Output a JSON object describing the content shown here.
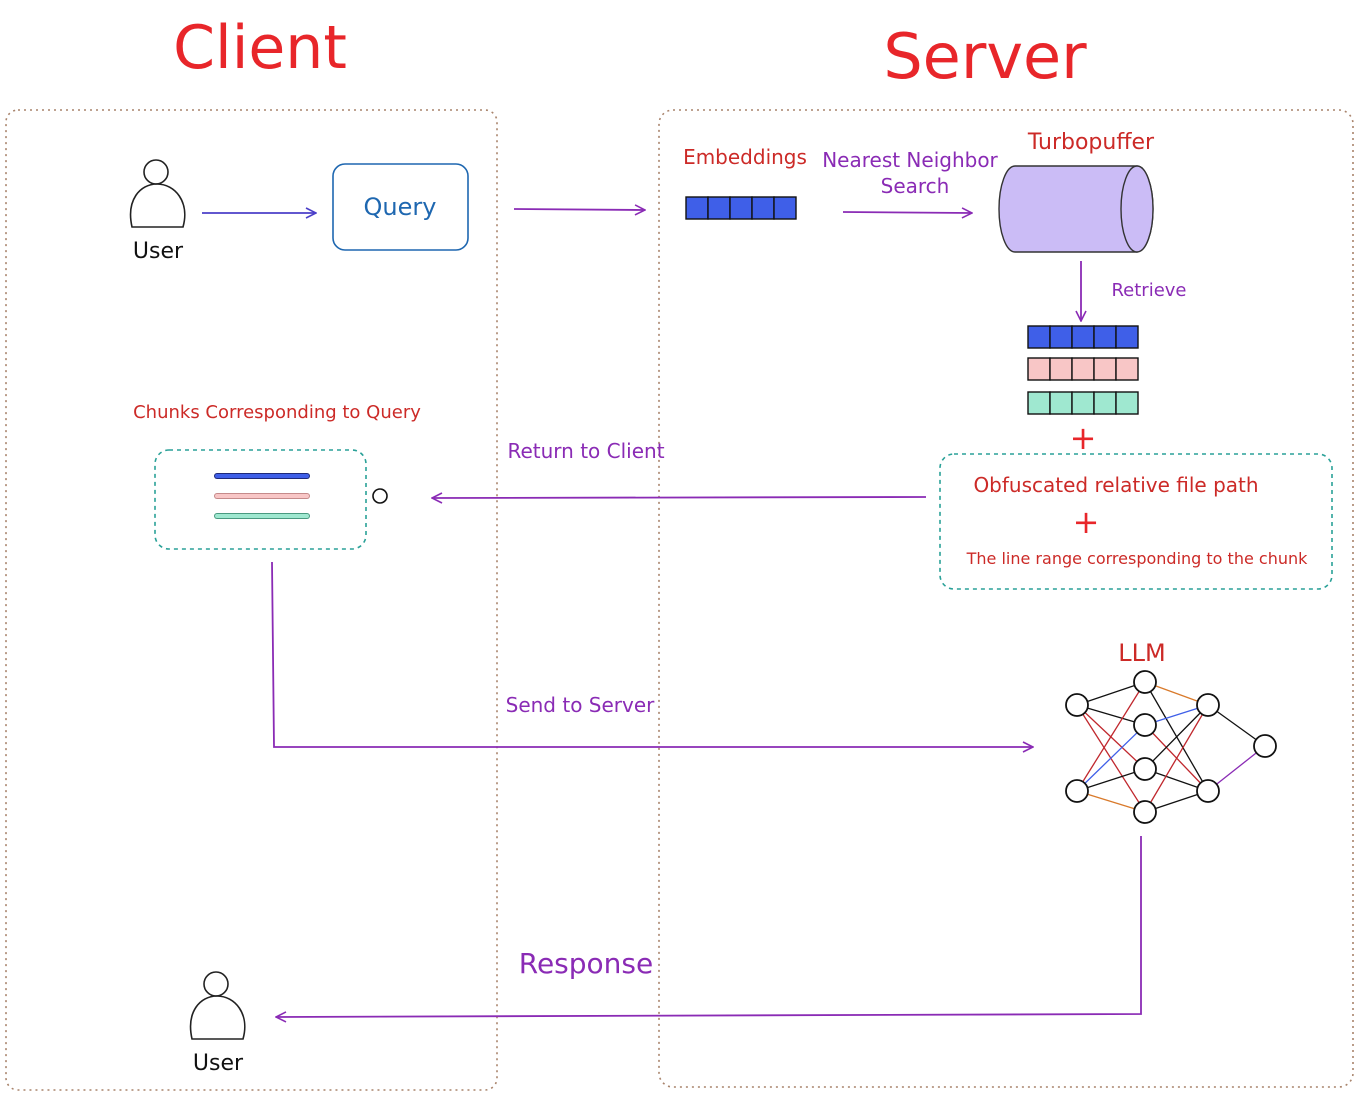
{
  "titles": {
    "client": "Client",
    "server": "Server"
  },
  "labels": {
    "user_top": "User",
    "user_bottom": "User",
    "query": "Query",
    "embeddings": "Embeddings",
    "nearest_line1": "Nearest Neighbor",
    "nearest_line2": "Search",
    "turbopuffer": "Turbopuffer",
    "retrieve": "Retrieve",
    "chunks_heading": "Chunks Corresponding to Query",
    "return_to_client": "Return to Client",
    "plus_top": "+",
    "obfuscated_path": "Obfuscated relative file path",
    "plus_inner": "+",
    "line_range": "The line range corresponding to the chunk",
    "llm": "LLM",
    "send_to_server": "Send to Server",
    "response": "Response"
  },
  "colors": {
    "title_red": "#e8262a",
    "label_red": "#cc2a27",
    "arrow_purple": "#8a2bb5",
    "query_blue": "#1e67b0",
    "vector_blue": "#3f5fe8",
    "vector_pink": "#f8c6c6",
    "vector_teal": "#9fe8d0",
    "cylinder_fill": "#cbbcf6",
    "dashed_teal": "#2aa198",
    "panel_border": "#a9846c"
  },
  "icons": {
    "user": "person-outline-icon",
    "cylinder": "database-cylinder-icon",
    "network": "neural-network-icon"
  }
}
